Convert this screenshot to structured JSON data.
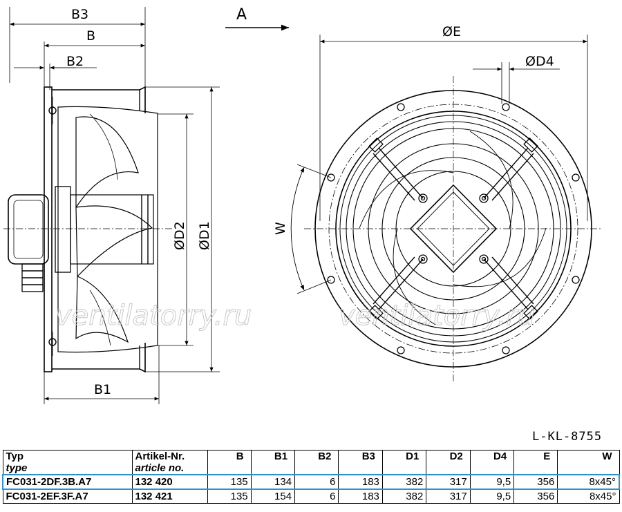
{
  "labels": {
    "b3": "B3",
    "b": "B",
    "b2": "B2",
    "b1": "B1",
    "view_a": "A",
    "e": "ØE",
    "d4": "ØD4",
    "d2": "ØD2",
    "d1": "ØD1",
    "w": "W"
  },
  "watermark": "ventilatorry.ru",
  "drawing_code": "L-KL-8755",
  "table": {
    "headers": [
      {
        "main": "Typ",
        "sub": "type"
      },
      {
        "main": "Artikel-Nr.",
        "sub": "article no."
      },
      {
        "main": "B"
      },
      {
        "main": "B1"
      },
      {
        "main": "B2"
      },
      {
        "main": "B3"
      },
      {
        "main": "D1"
      },
      {
        "main": "D2"
      },
      {
        "main": "D4"
      },
      {
        "main": "E"
      },
      {
        "main": "W"
      }
    ],
    "rows": [
      [
        "FC031-2DF.3B.A7",
        "132 420",
        "135",
        "134",
        "6",
        "183",
        "382",
        "317",
        "9,5",
        "356",
        "8x45°"
      ],
      [
        "FC031-2EF.3F.A7",
        "132 421",
        "135",
        "154",
        "6",
        "183",
        "382",
        "317",
        "9,5",
        "356",
        "8x45°"
      ]
    ]
  },
  "colors": {
    "highlight": "#2f8fd0"
  }
}
